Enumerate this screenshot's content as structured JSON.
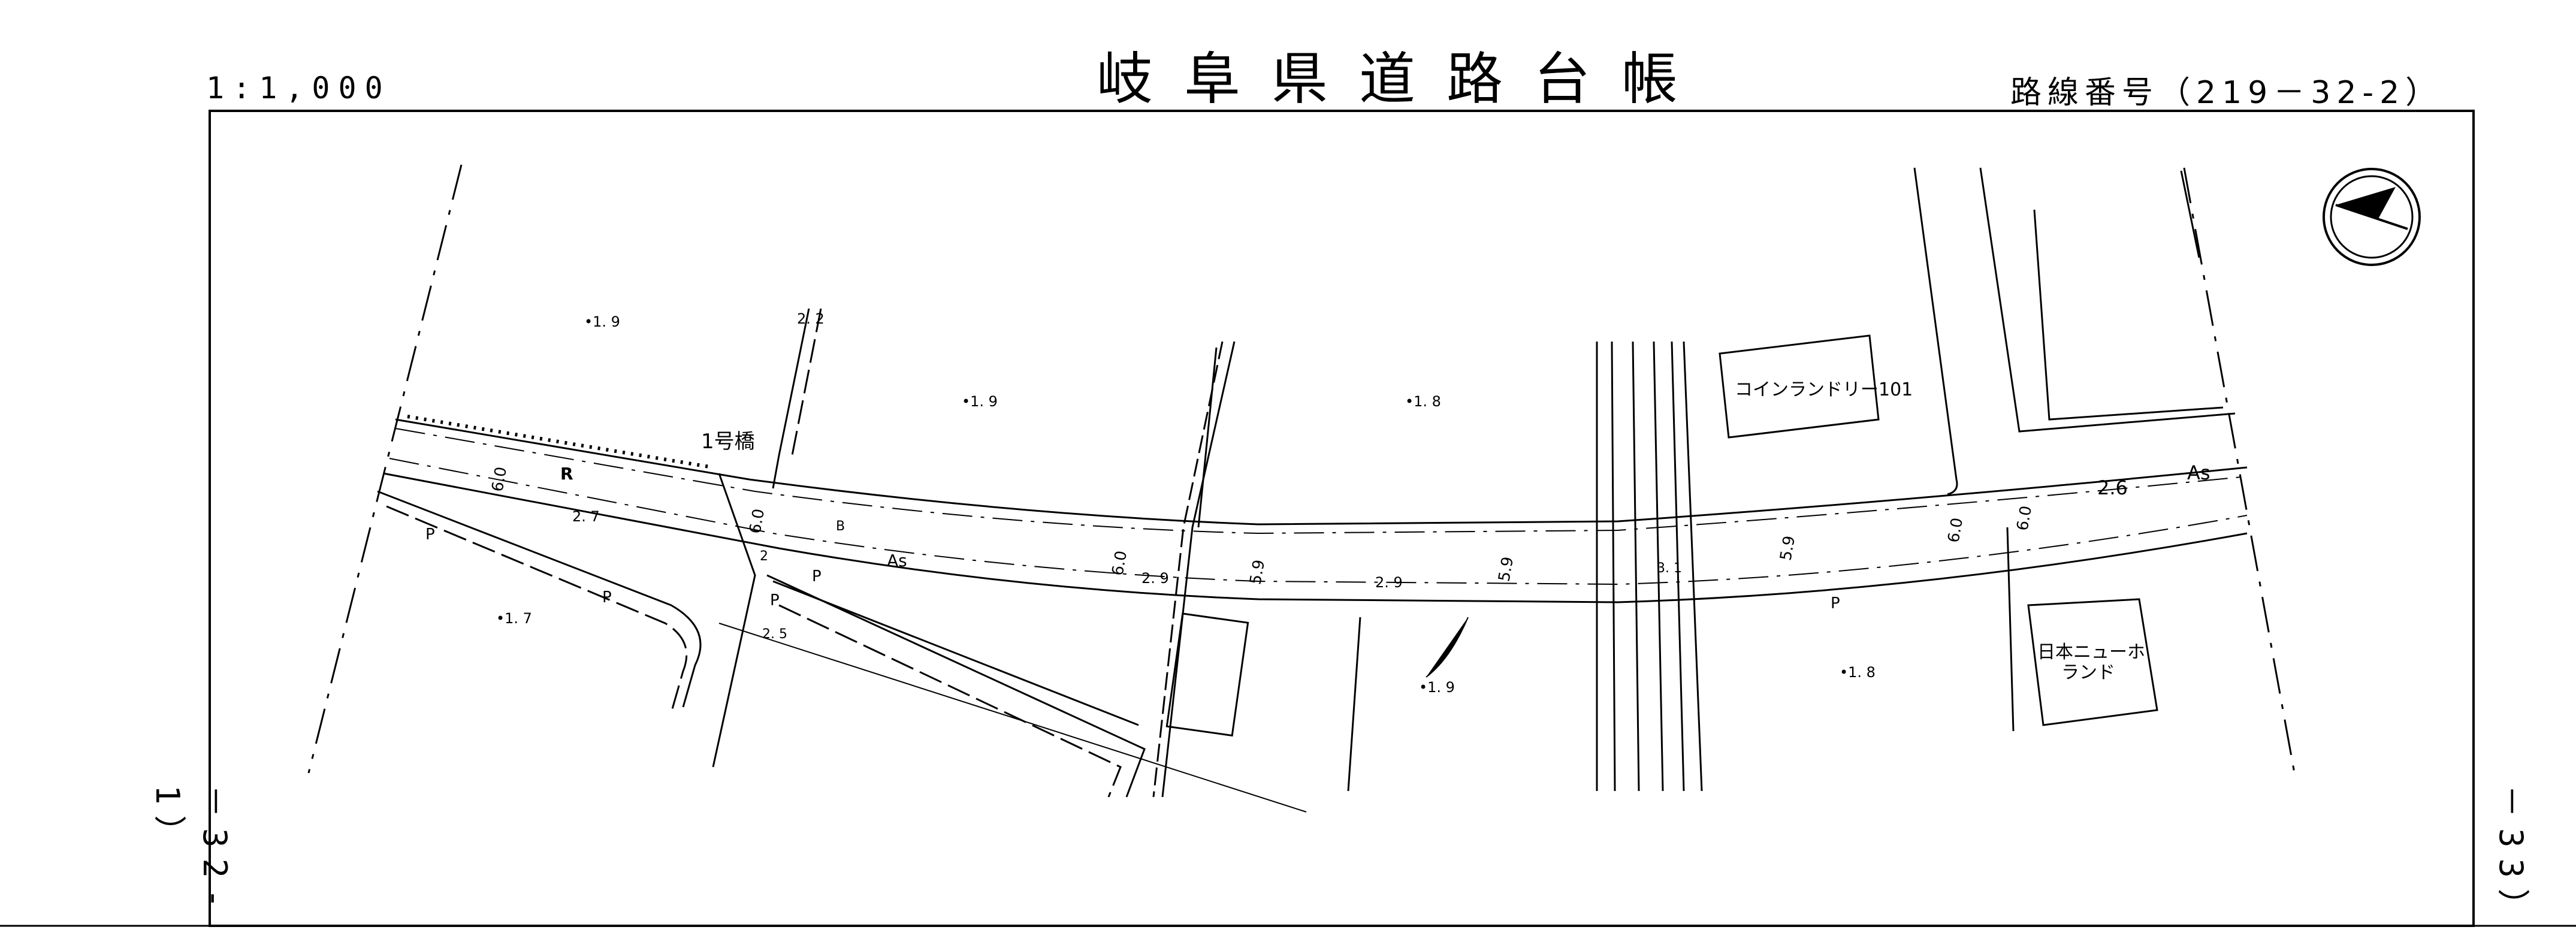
{
  "header": {
    "title": "岐阜県道路台帳",
    "scale": "1:1,000",
    "route_number": "路線番号（219－32-2）"
  },
  "sheet_refs": {
    "left": "－32-1）",
    "right": "－33）"
  },
  "map": {
    "labels": {
      "bridge": "1号橋",
      "laundry": "コインランドリー101",
      "newhoru_line1": "日本ニューホ",
      "newhoru_line2": "ランド",
      "pavement_as_left": "As",
      "pavement_as_right": "As",
      "width_26": "2.6",
      "width_27": "2. 7",
      "width_29a": "2. 9",
      "width_29b": "2. 9",
      "width_25": "2. 5",
      "width_22": "2. 2",
      "width_2": "2",
      "width_31": "3. 1",
      "elev_19a": "•1. 9",
      "elev_19b": "•1. 9",
      "elev_18a": "•1. 8",
      "elev_17": "•1. 7",
      "elev_19c": "•1. 9",
      "elev_18b": "•1. 8",
      "lane_60a": "6.0",
      "lane_60b": "6.0",
      "lane_60c": "6.0",
      "lane_60d": "6.0",
      "lane_60e": "6.0",
      "lane_59a": "5.9",
      "lane_59b": "5.9",
      "lane_59c": "5.9",
      "mark_r": "R",
      "mark_p1": "P",
      "mark_p2": "P",
      "mark_p3": "P",
      "mark_p4": "P",
      "mark_p5": "P",
      "mark_b": "B"
    },
    "colors": {
      "ink": "#000000",
      "paper": "#ffffff"
    },
    "north_arrow_icon": "north-arrow-icon"
  }
}
